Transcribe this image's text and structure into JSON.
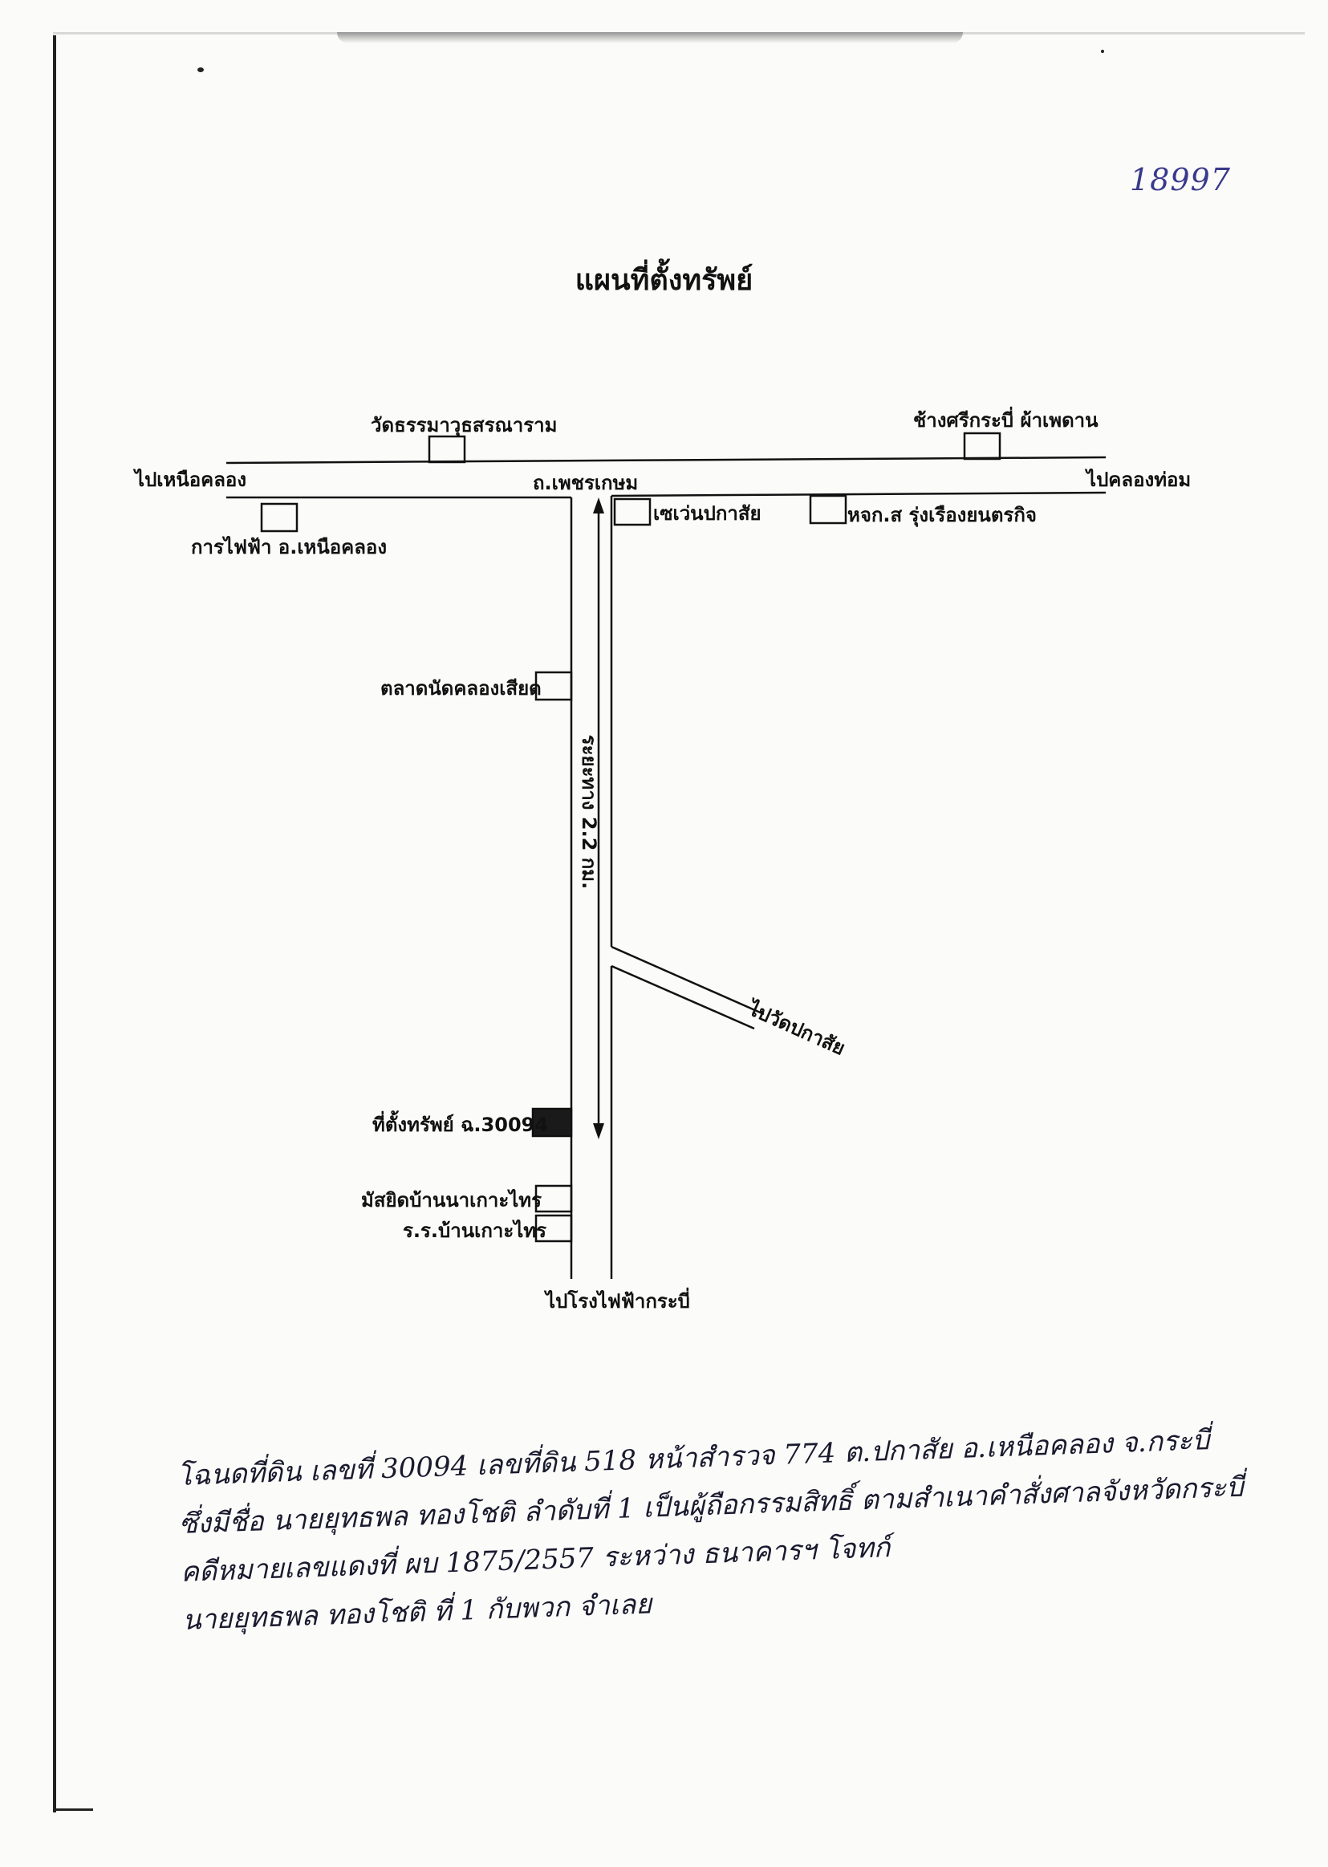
{
  "document": {
    "file_number": "18997",
    "title": "แผนที่ตั้งทรัพย์"
  },
  "map": {
    "labels": {
      "temple": "วัดธรรมาวุธสรณาราม",
      "chang_shop": "ช้างศรีกระบี่ ผ้าเพดาน",
      "to_nuea_khlong": "ไปเหนือคลอง",
      "main_road": "ถ.เพชรเกษม",
      "to_khlong_thom": "ไปคลองท่อม",
      "electricity_office": "การไฟฟ้า อ.เหนือคลอง",
      "seven_eleven": "เซเว่นปกาสัย",
      "rung_rueang": "หจก.ส รุ่งเรืองยนตรกิจ",
      "market": "ตลาดนัดคลองเสียด",
      "distance": "ระยะทาง 2.2 กม.",
      "to_wat_pakasai": "ไปวัดปกาสัย",
      "property": "ที่ตั้งทรัพย์ ฉ.30094",
      "mosque": "มัสยิดบ้านนาเกาะไทร",
      "school": "ร.ร.บ้านเกาะไทร",
      "to_power_plant": "ไปโรงไฟฟ้ากระบี่"
    }
  },
  "note": {
    "lines": [
      "โฉนดที่ดิน เลขที่ 30094 เลขที่ดิน 518 หน้าสำรวจ 774 ต.ปกาสัย อ.เหนือคลอง จ.กระบี่",
      "ซึ่งมีชื่อ นายยุทธพล ทองโชติ ลำดับที่ 1 เป็นผู้ถือกรรมสิทธิ์ ตามสำเนาคำสั่งศาลจังหวัดกระบี่",
      "คดีหมายเลขแดงที่ ผบ 1875/2557 ระหว่าง ธนาคารฯ โจทก์",
      "นายยุทธพล ทองโชติ ที่ 1 กับพวก จำเลย"
    ]
  }
}
